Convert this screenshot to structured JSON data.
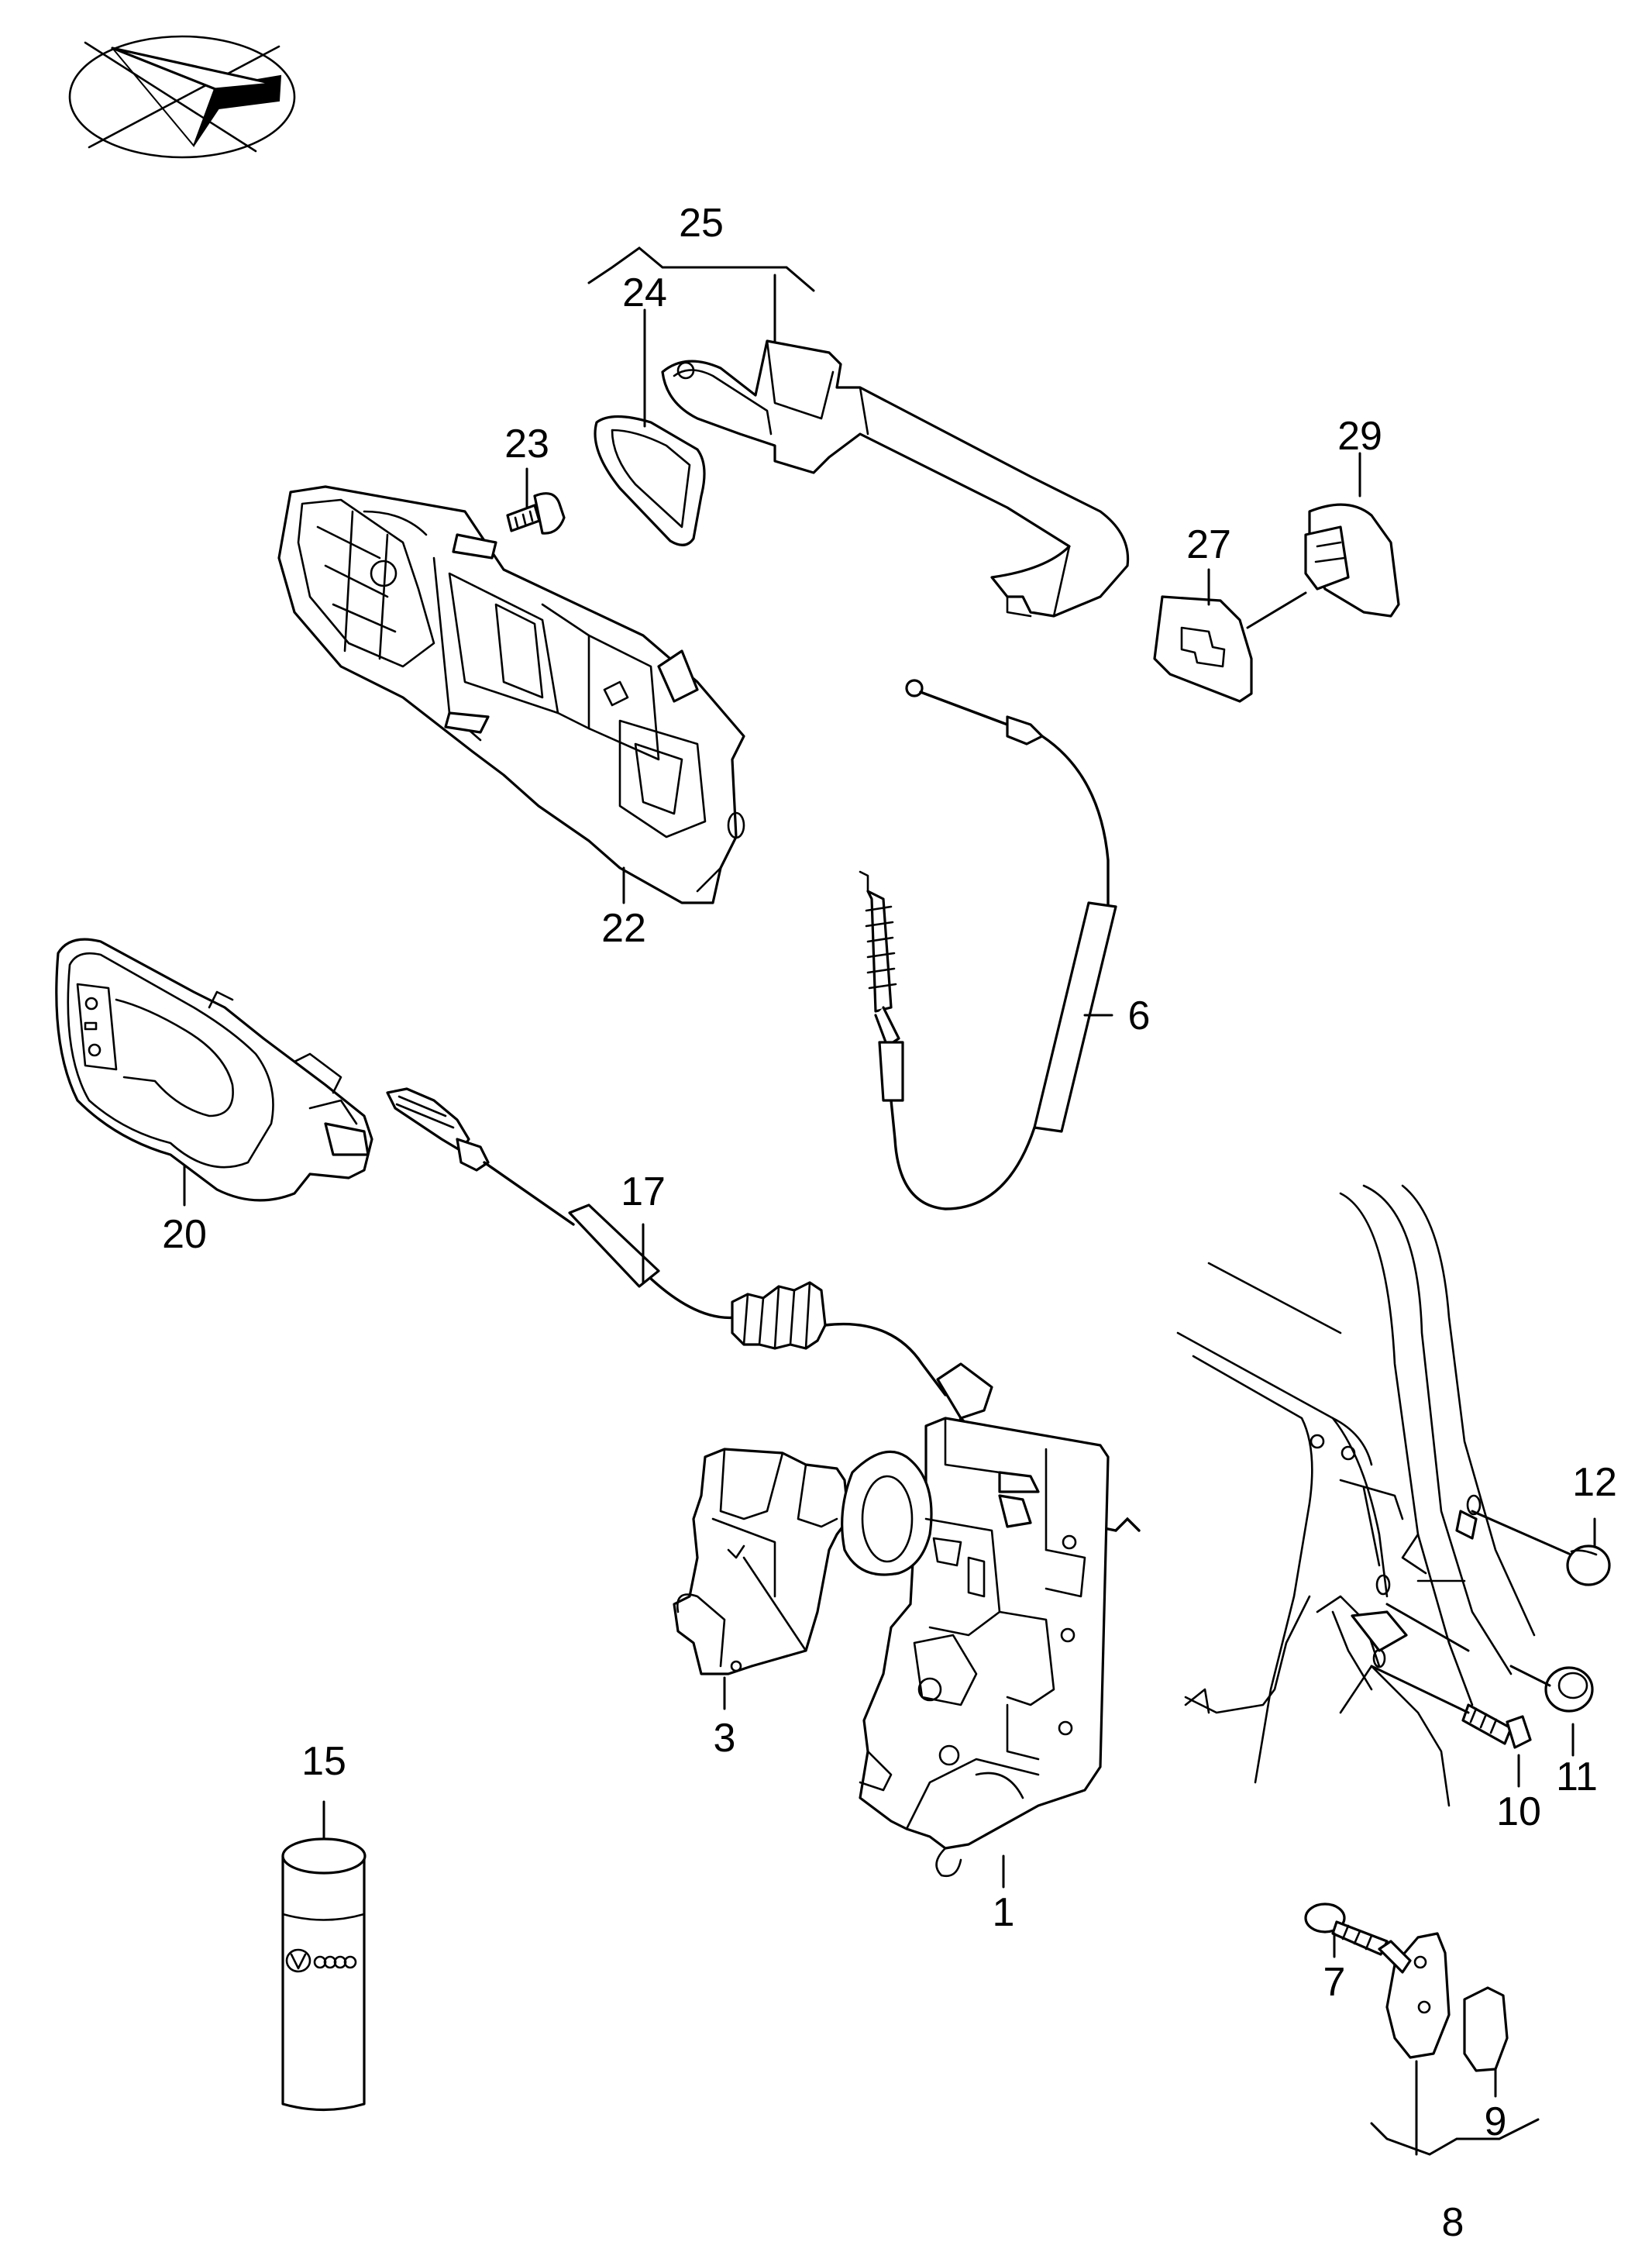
{
  "diagram": {
    "orientation_icon": "direction-arrow-in-ellipse-icon",
    "callouts": [
      {
        "id": "c25",
        "label": "25"
      },
      {
        "id": "c24",
        "label": "24"
      },
      {
        "id": "c23",
        "label": "23"
      },
      {
        "id": "c29",
        "label": "29"
      },
      {
        "id": "c27",
        "label": "27"
      },
      {
        "id": "c22",
        "label": "22"
      },
      {
        "id": "c6",
        "label": "6"
      },
      {
        "id": "c20",
        "label": "20"
      },
      {
        "id": "c17",
        "label": "17"
      },
      {
        "id": "c12",
        "label": "12"
      },
      {
        "id": "c3",
        "label": "3"
      },
      {
        "id": "c11",
        "label": "11"
      },
      {
        "id": "c10",
        "label": "10"
      },
      {
        "id": "c15",
        "label": "15"
      },
      {
        "id": "c1",
        "label": "1"
      },
      {
        "id": "c7",
        "label": "7"
      },
      {
        "id": "c9",
        "label": "9"
      },
      {
        "id": "c8",
        "label": "8"
      }
    ]
  }
}
